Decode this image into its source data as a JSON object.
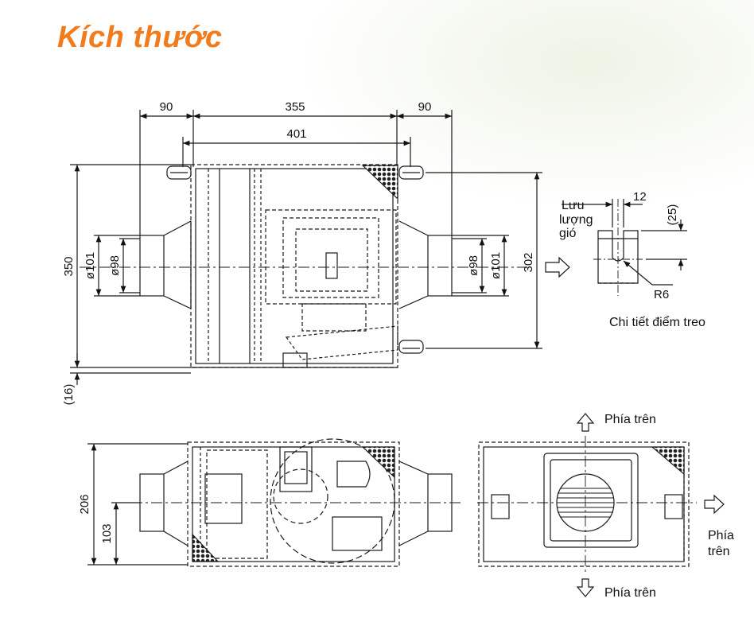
{
  "title": "Kích thước",
  "dims": {
    "w_left": "90",
    "w_mid": "355",
    "w_right": "90",
    "w_inner": "401",
    "h_total": "350",
    "h_hang": "302",
    "h_bottom": "(16)",
    "d_left_outer": "ø101",
    "d_left_inner": "ø98",
    "d_right_inner": "ø98",
    "d_right_outer": "ø101",
    "side_h": "206",
    "side_half": "103"
  },
  "detail": {
    "flow_line1": "Lưu",
    "flow_line2": "lượng",
    "flow_line3": "gió",
    "slot_w": "12",
    "slot_h": "(25)",
    "radius": "R6",
    "caption": "Chi tiết điểm treo"
  },
  "orientation": {
    "top_up": "Phía trên",
    "top_down": "Phía trên",
    "right_line1": "Phía",
    "right_line2": "trên"
  },
  "colors": {
    "title": "#f07c1e",
    "line": "#1a1a1a"
  }
}
